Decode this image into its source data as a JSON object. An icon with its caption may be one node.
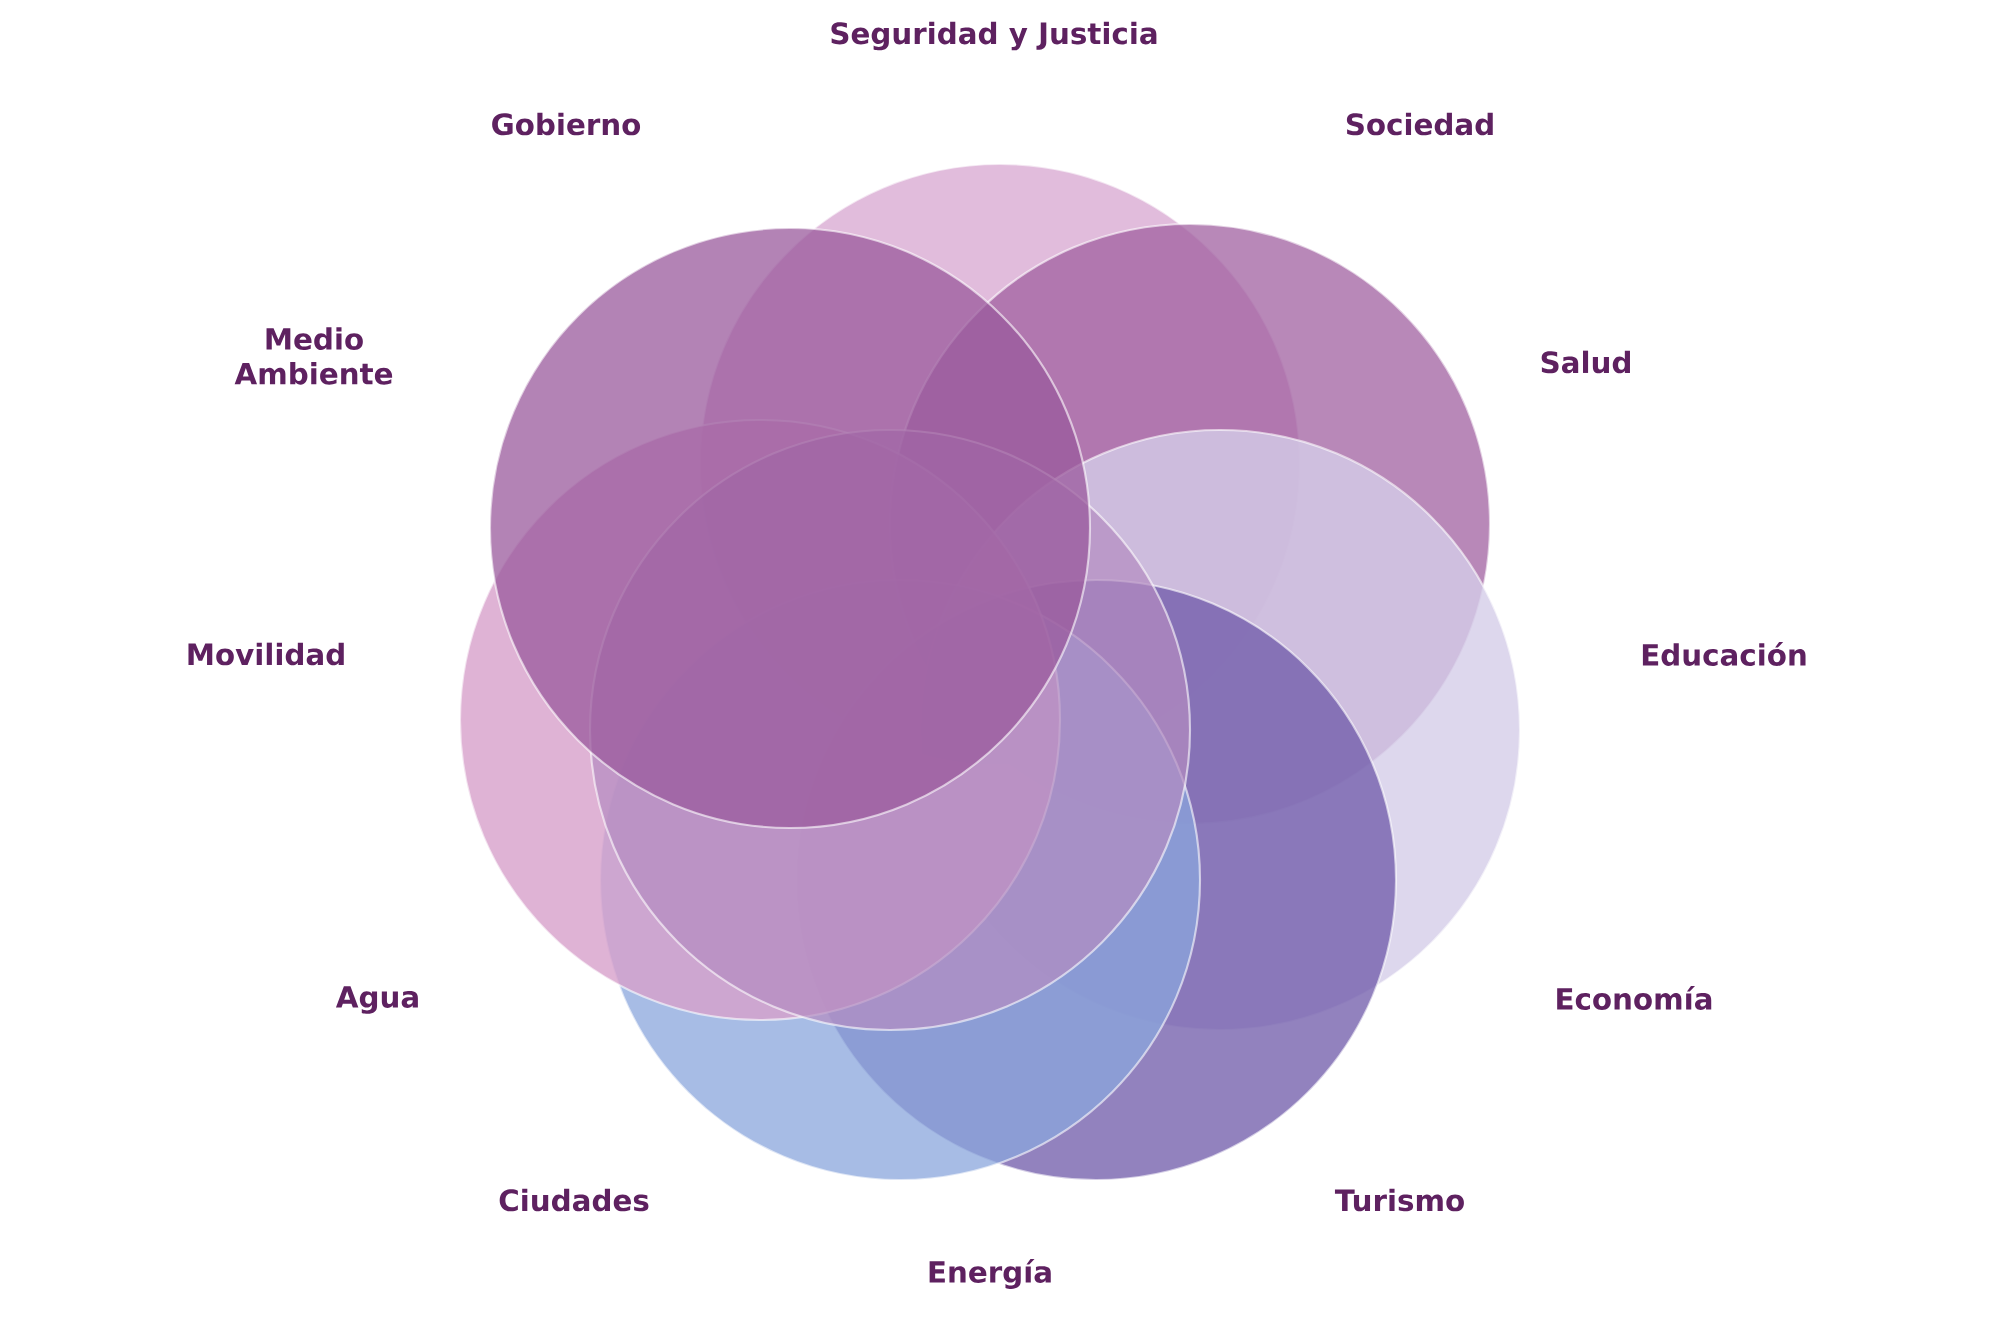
{
  "diagram": {
    "labels": [
      "Seguridad y Justicia",
      "Gobierno",
      "Sociedad",
      "Medio Ambiente",
      "Salud",
      "Movilidad",
      "Educación",
      "Agua",
      "Economía",
      "Ciudades",
      "Turismo",
      "Energía"
    ]
  }
}
